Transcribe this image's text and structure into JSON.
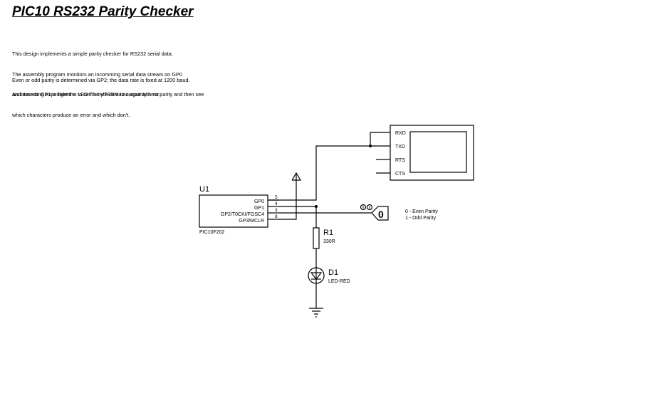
{
  "title": "PIC10 RS232 Parity Checker",
  "description": {
    "para1": [
      "This design implements a simple parity checker for RS232 serial data.",
      "The assembly program monitors an incomming serial data stream on GP0",
      "and asserts GP1 to light the LED if a byte contains a parity error."
    ],
    "para2": [
      "Even or odd parity is determined via GP2; the data rate is fixed at 1200 baud."
    ],
    "para3": [
      "An interesting experiment is to set the VTERM to output with no parity and then see",
      "which characters produce an error and which don't."
    ]
  },
  "schematic": {
    "u1": {
      "ref": "U1",
      "part": "PIC10F202",
      "pins": [
        {
          "name": "GP0",
          "num": "5"
        },
        {
          "name": "GP1",
          "num": "4"
        },
        {
          "name": "GP2/T0CKI/FOSC4",
          "num": "3"
        },
        {
          "name": "GP3/MCLR",
          "num": "8"
        }
      ]
    },
    "vterm": {
      "pins": [
        "RXD",
        "TXD",
        "RTS",
        "CTS"
      ]
    },
    "r1": {
      "ref": "R1",
      "value": "330R"
    },
    "d1": {
      "ref": "D1",
      "value": "LED-RED"
    },
    "logic_state": {
      "value": "0",
      "label_even": "0 - Even Parity",
      "label_odd": "1 - Odd Parity"
    },
    "colors": {
      "wire": "#000000",
      "background": "#ffffff"
    }
  }
}
